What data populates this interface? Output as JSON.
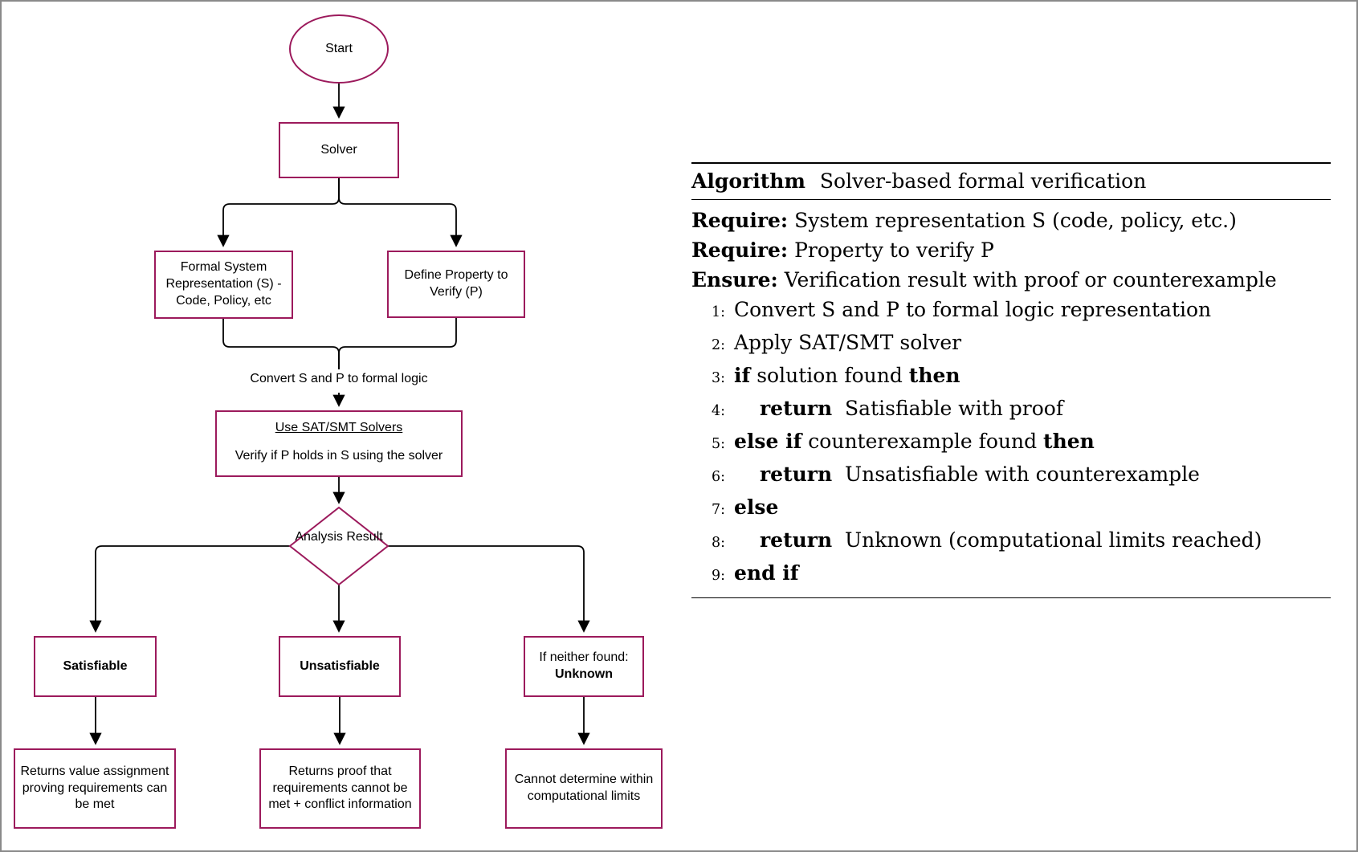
{
  "colors": {
    "node_border": "#9C1A5C",
    "connector": "#000000",
    "page_border": "#8A8A8A"
  },
  "flowchart": {
    "start": "Start",
    "solver": "Solver",
    "formal_system": "Formal System Representation (S) - Code, Policy, etc",
    "define_property": "Define Property to Verify (P)",
    "convert_label": "Convert S and P to formal logic",
    "sat_title": "Use SAT/SMT Solvers",
    "sat_body": "Verify if P holds in S using the solver",
    "decision": "Analysis Result",
    "satisfiable": "Satisfiable",
    "unsatisfiable": "Unsatisfiable",
    "unknown_line1": "If neither found:",
    "unknown_line2": "Unknown",
    "result_satisfiable": "Returns value assignment proving requirements can be met",
    "result_unsatisfiable": "Returns proof that requirements cannot be met + conflict information",
    "result_unknown": "Cannot determine within computational limits"
  },
  "algorithm": {
    "keyword": "Algorithm",
    "title": "Solver-based formal verification",
    "lines": [
      {
        "s0": "Require:",
        "s1": " System representation S (code, policy, etc.)"
      },
      {
        "s0": "Require:",
        "s1": " Property to verify P"
      },
      {
        "s0": "Ensure:",
        "s1": " Verification result with proof or counterexample"
      },
      {
        "num": "1:",
        "s0": "Convert S and P to formal logic representation"
      },
      {
        "num": "2:",
        "s0": "Apply SAT/SMT solver"
      },
      {
        "num": "3:",
        "s0": "if",
        "s1": " solution found ",
        "s2": "then"
      },
      {
        "num": "4:",
        "s0": "return",
        "s1": "  Satisfiable with proof"
      },
      {
        "num": "5:",
        "s0": "else if",
        "s1": " counterexample found ",
        "s2": "then"
      },
      {
        "num": "6:",
        "s0": "return",
        "s1": "  Unsatisfiable with counterexample"
      },
      {
        "num": "7:",
        "s0": "else"
      },
      {
        "num": "8:",
        "s0": "return",
        "s1": "  Unknown (computational limits reached)"
      },
      {
        "num": "9:",
        "s0": "end if"
      }
    ]
  }
}
